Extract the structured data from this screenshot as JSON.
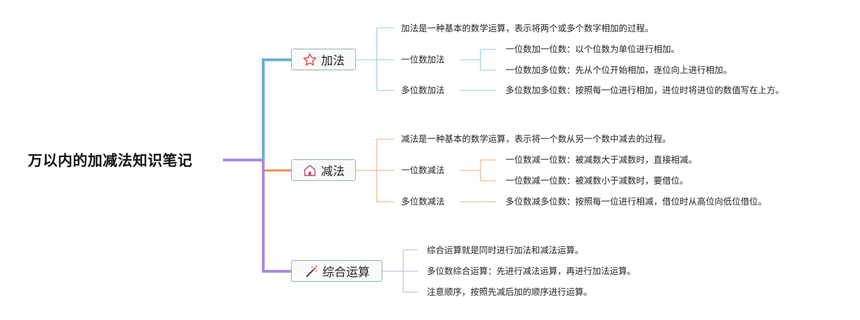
{
  "root": {
    "title": "万以内的加减法知识笔记"
  },
  "branches": {
    "add": {
      "label": "加法",
      "icon": "star-icon",
      "color": "#6aaed6",
      "definition": "加法是一种基本的数学运算，表示将两个或多个数字相加的过程。",
      "single": {
        "label": "一位数加法",
        "items": [
          "一位数加一位数：以个位数为单位进行相加。",
          "一位数加多位数：先从个位开始相加，逐位向上进行相加。"
        ]
      },
      "multi": {
        "label": "多位数加法",
        "items": [
          "多位数加多位数：按照每一位进行相加，进位时将进位的数值写在上方。"
        ]
      }
    },
    "sub": {
      "label": "减法",
      "icon": "home-icon",
      "color": "#ef8a4f",
      "definition": "减法是一种基本的数学运算，表示将一个数从另一个数中减去的过程。",
      "single": {
        "label": "一位数减法",
        "items": [
          "一位数减一位数：被减数大于减数时，直接相减。",
          "一位数减一位数：被减数小于减数时，要借位。"
        ]
      },
      "multi": {
        "label": "多位数减法",
        "items": [
          "多位数减多位数：按照每一位进行相减，借位时从高位向低位借位。"
        ]
      }
    },
    "mix": {
      "label": "综合运算",
      "icon": "magic-wand-icon",
      "color": "#a98be0",
      "items": [
        "综合运算就是同时进行加法和减法运算。",
        "多位数综合运算：先进行减法运算，再进行加法运算。",
        "注意顺序，按照先减后加的顺序进行运算。"
      ]
    }
  },
  "colors": {
    "root_line": "#a98be0",
    "box_border": "#8fb3a6"
  }
}
